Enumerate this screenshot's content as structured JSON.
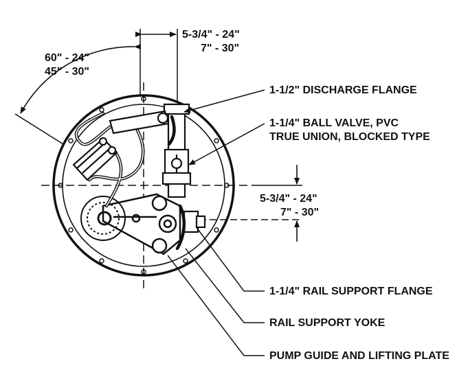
{
  "dimensions": {
    "top_offset": {
      "line1": "5-3/4\" - 24\"",
      "line2": "7\" - 30\""
    },
    "angle_radius": {
      "line1": "60\" - 24\"",
      "line2": "45\" - 30\""
    },
    "right_offset": {
      "line1": "5-3/4\" - 24\"",
      "line2": "7\" - 30\""
    }
  },
  "callouts": {
    "discharge_flange": "1-1/2\" DISCHARGE FLANGE",
    "ball_valve_line1": "1-1/4\" BALL VALVE, PVC",
    "ball_valve_line2": "TRUE UNION, BLOCKED TYPE",
    "rail_support_flange": "1-1/4\" RAIL SUPPORT FLANGE",
    "rail_support_yoke": "RAIL SUPPORT YOKE",
    "pump_guide_plate": "PUMP GUIDE AND LIFTING PLATE"
  },
  "colors": {
    "ink": "#111111",
    "background": "#ffffff"
  }
}
